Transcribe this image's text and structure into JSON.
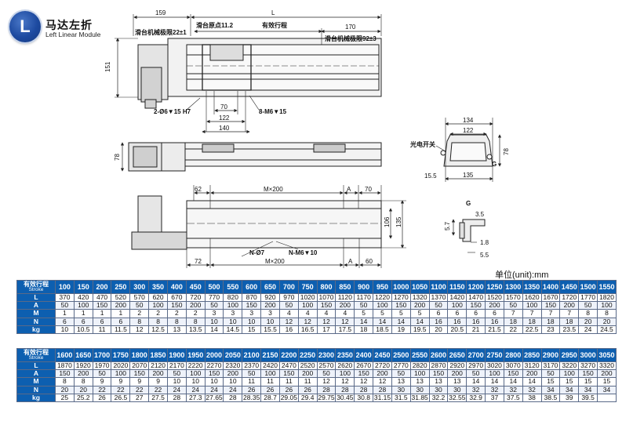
{
  "header": {
    "badge_letter": "L",
    "title_cn": "马达左折",
    "title_en": "Left Linear Module"
  },
  "drawing_labels": {
    "dim_159": "159",
    "dim_L": "L",
    "dim_151": "151",
    "slider_limit_left": "滑台机械极限22±1",
    "slider_origin": "滑台原点11.2",
    "effective_stroke": "有效行程",
    "dim_170": "170",
    "slider_limit_right": "滑台机械极限92±3",
    "dim_70": "70",
    "dim_122": "122",
    "dim_140": "140",
    "pin_hole": "2-Ø6▼15 H7",
    "screw_holes": "8-M6▼15",
    "dim_78_side": "78",
    "dim_62": "62",
    "dim_Mx200_top": "M×200",
    "dim_A_top": "A",
    "dim_70_top": "70",
    "dim_106": "106",
    "dim_135": "135",
    "dim_72": "72",
    "hole_N": "N-Ø7",
    "hole_N_M6": "N-M6▼10",
    "dim_Mx200_bottom": "M×200",
    "dim_A_bottom": "A",
    "dim_60": "60",
    "dim_134": "134",
    "dim_122_section": "122",
    "photo_switch": "光电开关",
    "dim_G": "G",
    "dim_78_section": "78",
    "dim_15_5": "15.5",
    "dim_135_section": "135",
    "detail_G": "G",
    "dim_3_5": "3.5",
    "dim_5_7": "5.7",
    "dim_1_8": "1.8",
    "dim_5_5": "5.5"
  },
  "unit_label": "单位(unit):mm",
  "table_labels": {
    "stroke_cn": "有效行程",
    "stroke_en": "Stroke",
    "rows": [
      "L",
      "A",
      "M",
      "N",
      "kg"
    ]
  },
  "table1": {
    "stroke": [
      "100",
      "150",
      "200",
      "250",
      "300",
      "350",
      "400",
      "450",
      "500",
      "550",
      "600",
      "650",
      "700",
      "750",
      "800",
      "850",
      "900",
      "950",
      "1000",
      "1050",
      "1100",
      "1150",
      "1200",
      "1250",
      "1300",
      "1350",
      "1400",
      "1450",
      "1500",
      "1550"
    ],
    "L": [
      "370",
      "420",
      "470",
      "520",
      "570",
      "620",
      "670",
      "720",
      "770",
      "820",
      "870",
      "920",
      "970",
      "1020",
      "1070",
      "1120",
      "1170",
      "1220",
      "1270",
      "1320",
      "1370",
      "1420",
      "1470",
      "1520",
      "1570",
      "1620",
      "1670",
      "1720",
      "1770",
      "1820"
    ],
    "A": [
      "50",
      "100",
      "150",
      "200",
      "50",
      "100",
      "150",
      "200",
      "50",
      "100",
      "150",
      "200",
      "50",
      "100",
      "150",
      "200",
      "50",
      "100",
      "150",
      "200",
      "50",
      "100",
      "150",
      "200",
      "50",
      "100",
      "150",
      "200",
      "50",
      "100"
    ],
    "M": [
      "1",
      "1",
      "1",
      "1",
      "2",
      "2",
      "2",
      "2",
      "3",
      "3",
      "3",
      "3",
      "4",
      "4",
      "4",
      "4",
      "5",
      "5",
      "5",
      "5",
      "6",
      "6",
      "6",
      "6",
      "7",
      "7",
      "7",
      "7",
      "8",
      "8"
    ],
    "N": [
      "6",
      "6",
      "6",
      "6",
      "8",
      "8",
      "8",
      "8",
      "10",
      "10",
      "10",
      "10",
      "12",
      "12",
      "12",
      "12",
      "14",
      "14",
      "14",
      "14",
      "16",
      "16",
      "16",
      "16",
      "18",
      "18",
      "18",
      "18",
      "20",
      "20"
    ],
    "kg": [
      "10",
      "10.5",
      "11",
      "11.5",
      "12",
      "12.5",
      "13",
      "13.5",
      "14",
      "14.5",
      "15",
      "15.5",
      "16",
      "16.5",
      "17",
      "17.5",
      "18",
      "18.5",
      "19",
      "19.5",
      "20",
      "20.5",
      "21",
      "21.5",
      "22",
      "22.5",
      "23",
      "23.5",
      "24",
      "24.5"
    ]
  },
  "table2": {
    "stroke": [
      "1600",
      "1650",
      "1700",
      "1750",
      "1800",
      "1850",
      "1900",
      "1950",
      "2000",
      "2050",
      "2100",
      "2150",
      "2200",
      "2250",
      "2300",
      "2350",
      "2400",
      "2450",
      "2500",
      "2550",
      "2600",
      "2650",
      "2700",
      "2750",
      "2800",
      "2850",
      "2900",
      "2950",
      "3000",
      "3050"
    ],
    "L": [
      "1870",
      "1920",
      "1970",
      "2020",
      "2070",
      "2120",
      "2170",
      "2220",
      "2270",
      "2320",
      "2370",
      "2420",
      "2470",
      "2520",
      "2570",
      "2620",
      "2670",
      "2720",
      "2770",
      "2820",
      "2870",
      "2920",
      "2970",
      "3020",
      "3070",
      "3120",
      "3170",
      "3220",
      "3270",
      "3320"
    ],
    "A": [
      "150",
      "200",
      "50",
      "100",
      "150",
      "200",
      "50",
      "100",
      "150",
      "200",
      "50",
      "100",
      "150",
      "200",
      "50",
      "100",
      "150",
      "200",
      "50",
      "100",
      "150",
      "200",
      "50",
      "100",
      "150",
      "200",
      "50",
      "100",
      "150",
      "200"
    ],
    "M": [
      "8",
      "8",
      "9",
      "9",
      "9",
      "9",
      "10",
      "10",
      "10",
      "10",
      "11",
      "11",
      "11",
      "11",
      "12",
      "12",
      "12",
      "12",
      "13",
      "13",
      "13",
      "13",
      "14",
      "14",
      "14",
      "14",
      "15",
      "15",
      "15",
      "15"
    ],
    "N": [
      "20",
      "20",
      "22",
      "22",
      "22",
      "22",
      "24",
      "24",
      "24",
      "24",
      "26",
      "26",
      "26",
      "26",
      "28",
      "28",
      "28",
      "28",
      "30",
      "30",
      "30",
      "30",
      "32",
      "32",
      "32",
      "32",
      "34",
      "34",
      "34",
      "34"
    ],
    "kg": [
      "25",
      "25.2",
      "26",
      "26.5",
      "27",
      "27.5",
      "28",
      "27.3",
      "27.65",
      "28",
      "28.35",
      "28.7",
      "29.05",
      "29.4",
      "29.75",
      "30.45",
      "30.8",
      "31.15",
      "31.5",
      "31.85",
      "32.2",
      "32.55",
      "32.9",
      "37",
      "37.5",
      "38",
      "38.5",
      "39",
      "39.5",
      ""
    ]
  },
  "colors": {
    "table_header": "#0d5fb0",
    "badge": "#1d4aa0",
    "line": "#222222"
  }
}
